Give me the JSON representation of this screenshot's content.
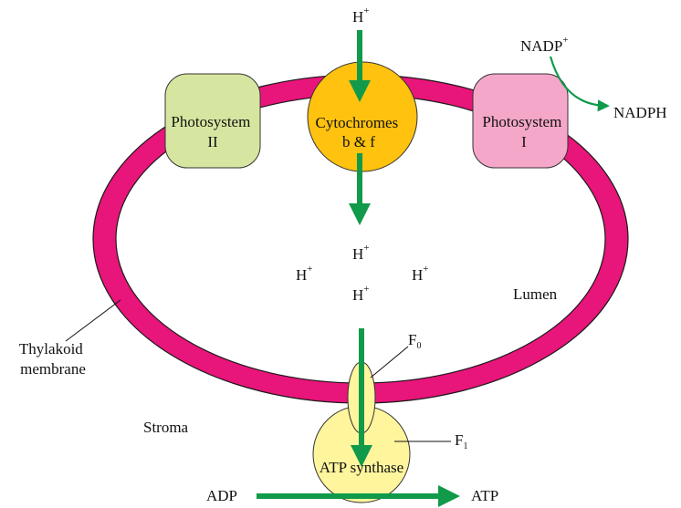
{
  "hplus": {
    "base": "H",
    "sup": "+"
  },
  "labels": {
    "photosystem_ii": [
      "Photosystem",
      "II"
    ],
    "cytochromes": [
      "Cytochromes",
      "b & f"
    ],
    "photosystem_i": [
      "Photosystem",
      "I"
    ],
    "nadp": {
      "base": "NADP",
      "sup": "+"
    },
    "nadph": "NADPH",
    "lumen": "Lumen",
    "stroma": "Stroma",
    "thylakoid_membrane": [
      "Thylakoid",
      "membrane"
    ],
    "f0": {
      "base": "F",
      "sub": "0"
    },
    "f1": {
      "base": "F",
      "sub": "1"
    },
    "atp_synthase": "ATP synthase",
    "adp": "ADP",
    "atp": "ATP"
  },
  "colors": {
    "membrane": "#e8157a",
    "membrane_outline": "#1a1a1a",
    "photosystem_ii": "#d6e6a0",
    "cytochromes": "#ffc20e",
    "photosystem_i": "#f4a7c9",
    "atp_synthase": "#fff59d",
    "arrow": "#109a4a"
  }
}
